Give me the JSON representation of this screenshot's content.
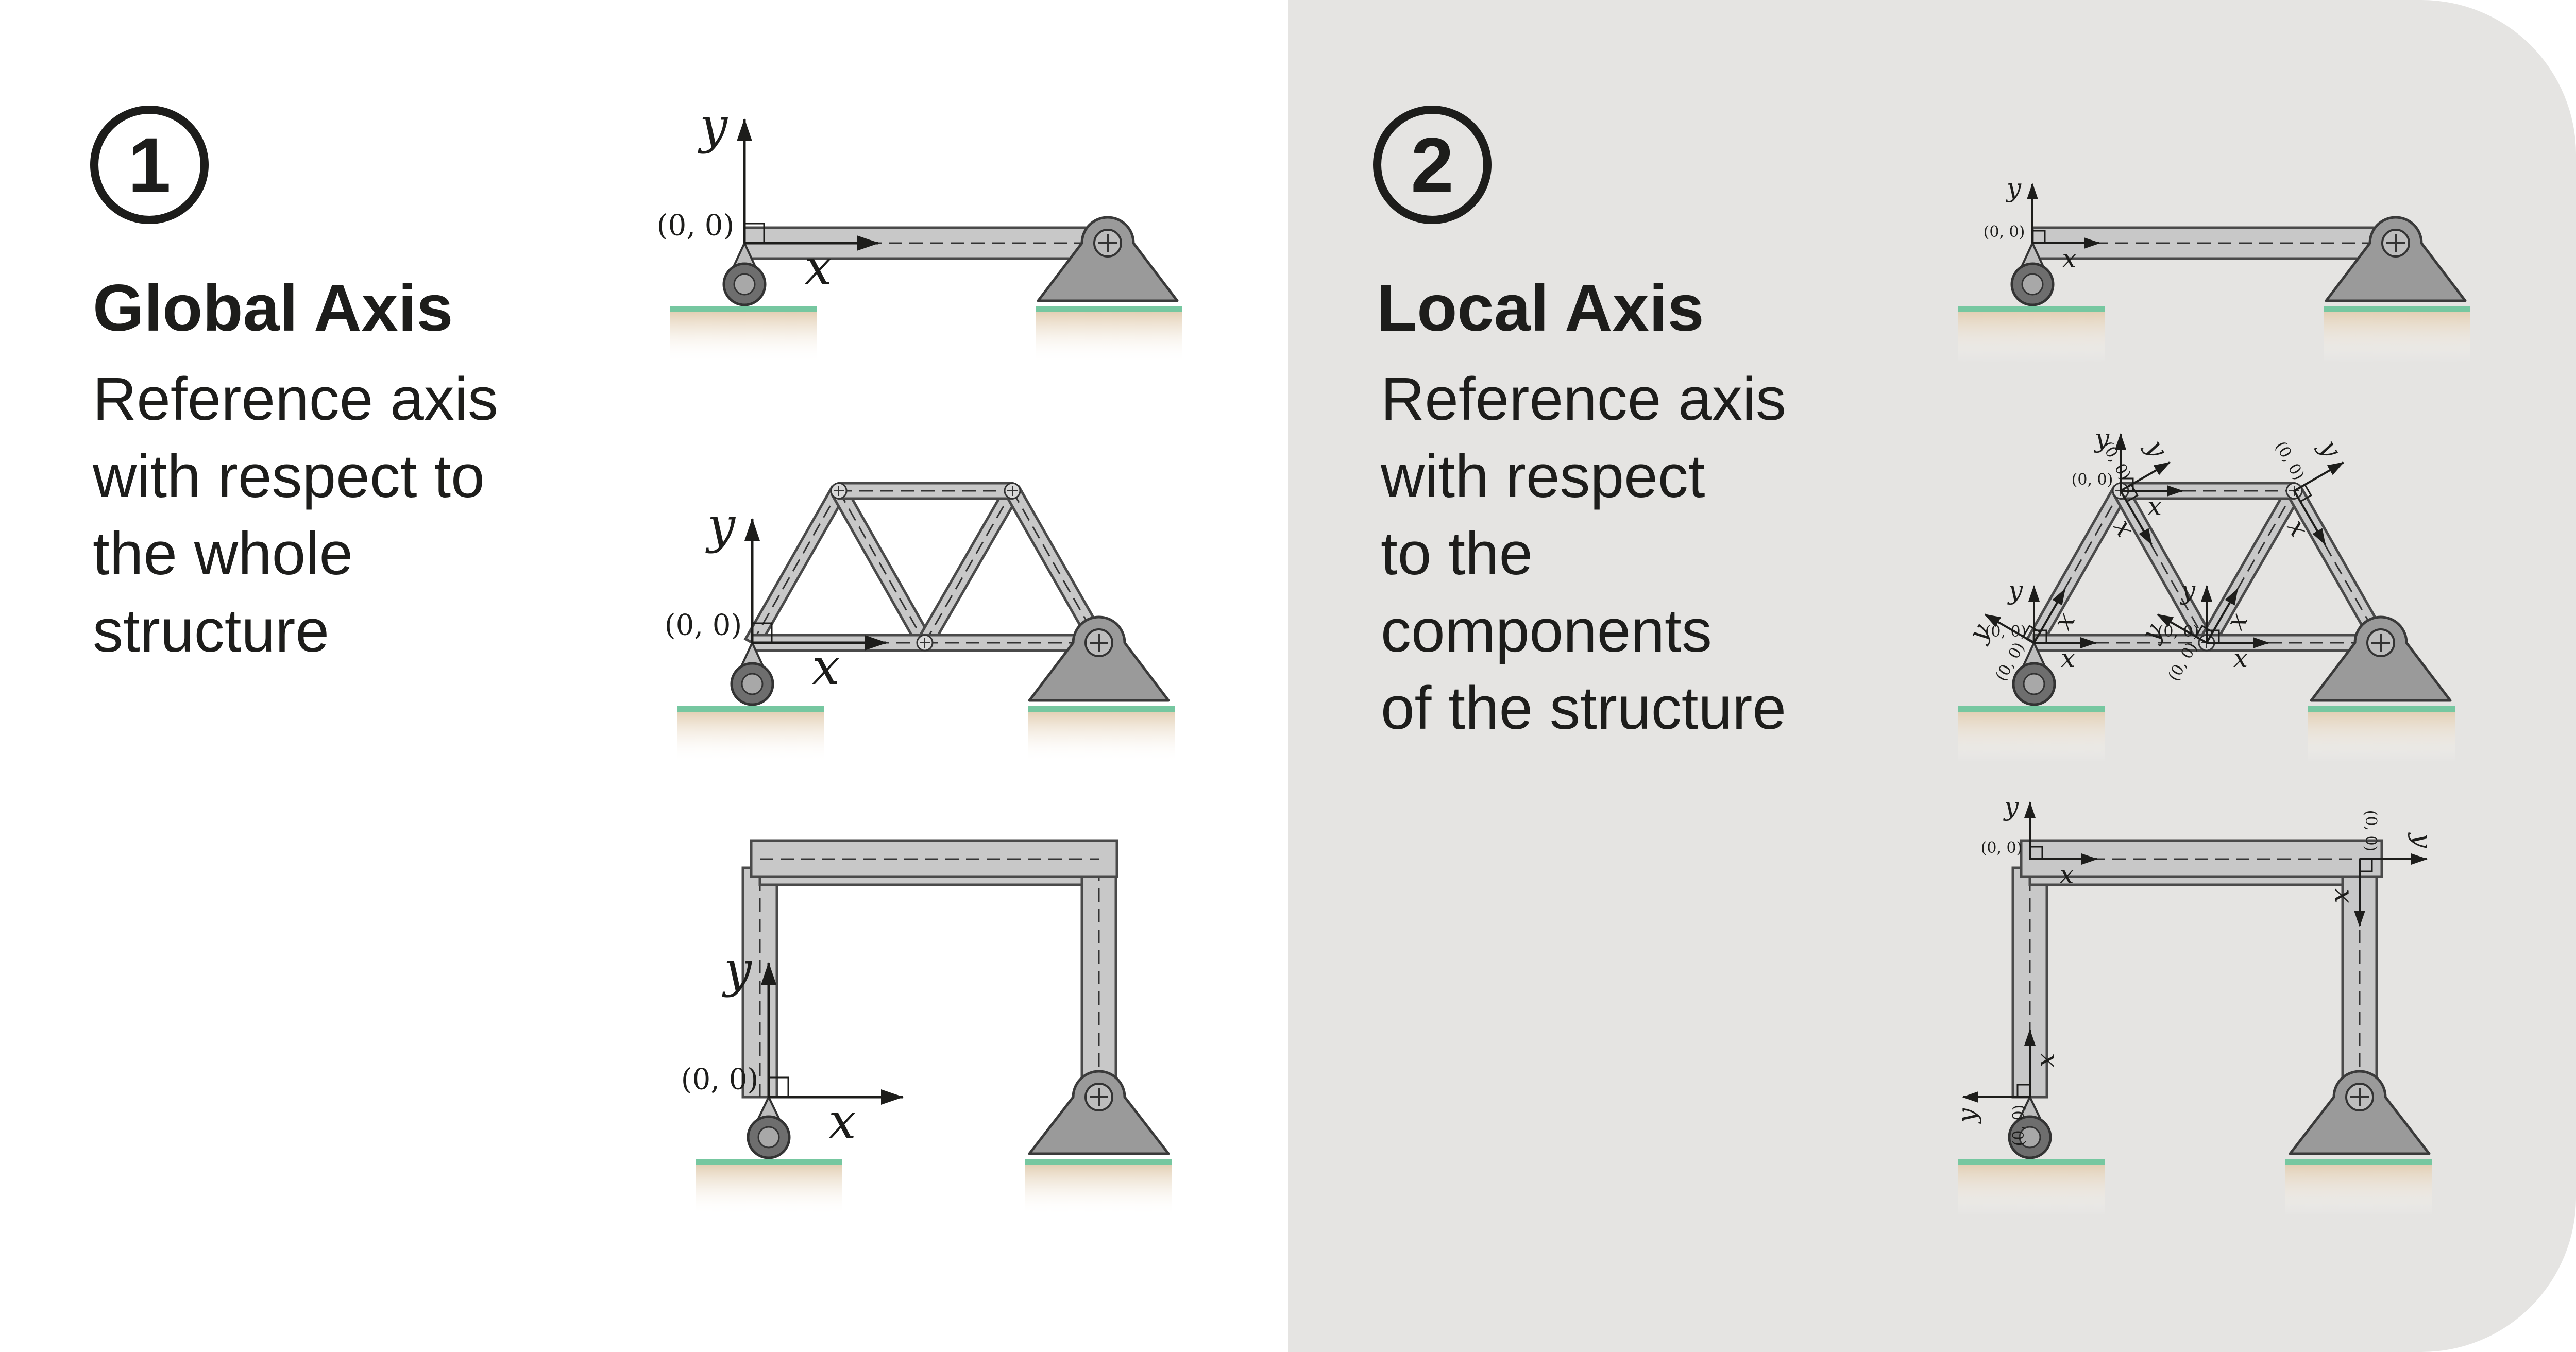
{
  "global": {
    "number": "1",
    "title": "Global Axis",
    "description": [
      "Reference axis",
      "with respect to",
      "the whole",
      "structure"
    ]
  },
  "local": {
    "number": "2",
    "title": "Local Axis",
    "description": [
      "Reference axis",
      "with respect",
      "to the",
      "components",
      "of the structure"
    ]
  },
  "axis_labels": {
    "x": "x",
    "y": "y",
    "origin": "(0, 0)"
  },
  "colors": {
    "right_panel": "#e5e4e2",
    "member_fill": "#c8c8c8",
    "support_fill": "#9a9a9a",
    "ground_top": "#76c7a0",
    "ground_soil": "#e2ceb2",
    "ink": "#1d1d1b"
  }
}
